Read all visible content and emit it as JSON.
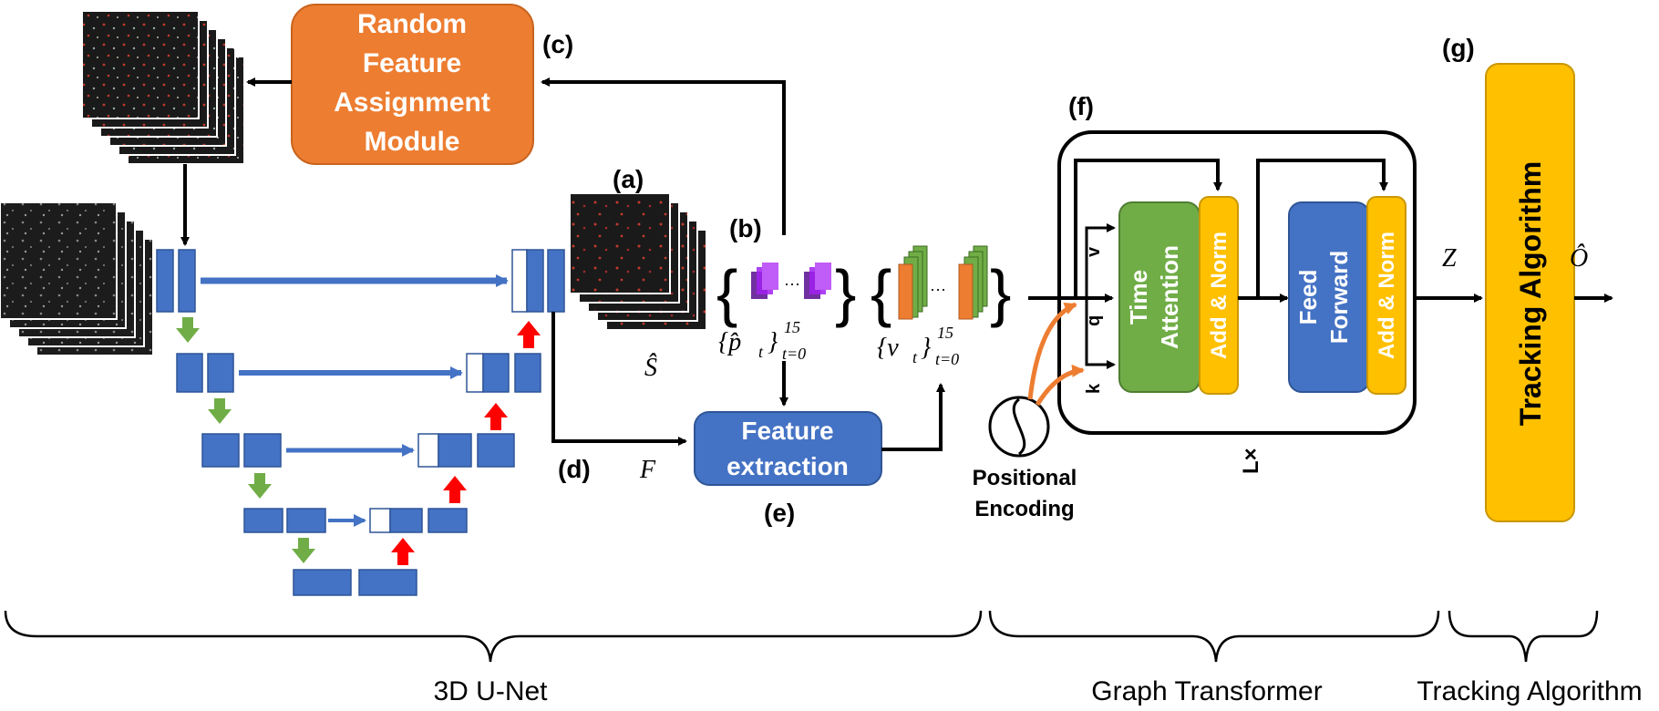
{
  "colors": {
    "orange": "#ED7D31",
    "unet_blue": "#4472C4",
    "green": "#70AD47",
    "red": "#FF0000",
    "yellow": "#FFC000",
    "purple": "#A020F0",
    "black": "#000000"
  },
  "labels": {
    "a": "(a)",
    "b": "(b)",
    "c": "(c)",
    "d": "(d)",
    "e": "(e)",
    "f": "(f)",
    "g": "(g)"
  },
  "modules": {
    "random_feature": [
      "Random",
      "Feature",
      "Assignment",
      "Module"
    ],
    "feature_extraction": [
      "Feature",
      "extraction"
    ],
    "time_attention": [
      "Time",
      "Attention"
    ],
    "add_norm": "Add & Norm",
    "feed_forward": [
      "Feed",
      "Forward"
    ],
    "tracking_algorithm": "Tracking Algorithm",
    "positional_encoding": [
      "Positional",
      "Encoding"
    ],
    "repeat": "L×"
  },
  "qkv": {
    "q": "q",
    "k": "k",
    "v": "v"
  },
  "math": {
    "S_hat": "Ŝ",
    "F": "F",
    "Z": "Z",
    "O_hat": "Ô",
    "p_set": "{p̂",
    "p_sub": "t",
    "set_close": "}",
    "v_set": "{v",
    "v_sub": "t",
    "sup": "15",
    "range_sub": "t=0",
    "dots": "···"
  },
  "braces": {
    "unet": "3D U-Net",
    "transformer": "Graph Transformer",
    "tracking": "Tracking Algorithm"
  }
}
